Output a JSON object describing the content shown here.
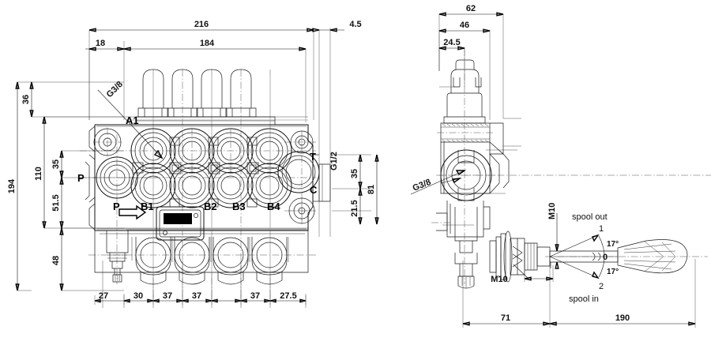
{
  "drawing": {
    "title": "4-section hydraulic directional control valve — dimensioned drawing",
    "units": "mm",
    "views": [
      {
        "name": "front-view",
        "label": ""
      },
      {
        "name": "side-view",
        "label": ""
      }
    ]
  },
  "front_view": {
    "top_dimensions": [
      {
        "name": "overall-width",
        "value": "216"
      },
      {
        "name": "inlet-offset",
        "value": "18"
      },
      {
        "name": "section-span",
        "value": "184"
      },
      {
        "name": "end-plate",
        "value": "4.5"
      }
    ],
    "left_dimensions": [
      {
        "name": "overall-height",
        "value": "194"
      },
      {
        "name": "top-to-port-axis",
        "value": "36"
      },
      {
        "name": "port-span",
        "value": "110"
      },
      {
        "name": "upper-port-to-center",
        "value": "35"
      },
      {
        "name": "center-to-lower",
        "value": "51.5"
      },
      {
        "name": "lower-to-base",
        "value": "48"
      }
    ],
    "right_dimensions": [
      {
        "name": "tank-port-height",
        "value": "35"
      },
      {
        "name": "carry-over-height",
        "value": "21.5"
      },
      {
        "name": "body-depth",
        "value": "81"
      }
    ],
    "bottom_dimensions": [
      {
        "name": "inlet-section",
        "value": "27"
      },
      {
        "name": "first-pitch",
        "value": "30"
      },
      {
        "name": "pitch-2",
        "value": "37"
      },
      {
        "name": "pitch-3",
        "value": "37"
      },
      {
        "name": "pitch-4",
        "value": "37"
      },
      {
        "name": "end-section",
        "value": "27.5"
      }
    ],
    "port_labels": [
      {
        "name": "port-label-a1",
        "text": "A1"
      },
      {
        "name": "port-label-p-top",
        "text": "P"
      },
      {
        "name": "port-label-t",
        "text": "T"
      },
      {
        "name": "port-label-c",
        "text": "C"
      },
      {
        "name": "port-label-p-bottom",
        "text": "P"
      },
      {
        "name": "port-label-b1",
        "text": "B1"
      },
      {
        "name": "port-label-b2",
        "text": "B2"
      },
      {
        "name": "port-label-b3",
        "text": "B3"
      },
      {
        "name": "port-label-b4",
        "text": "B4"
      }
    ],
    "thread_callouts": [
      {
        "name": "thread-g38-work-ports",
        "text": "G3/8"
      },
      {
        "name": "thread-g12-tank-port",
        "text": "G1/2"
      }
    ]
  },
  "side_view": {
    "top_dimensions": [
      {
        "name": "overall-depth",
        "value": "62"
      },
      {
        "name": "body-depth",
        "value": "46"
      },
      {
        "name": "spool-axis-offset",
        "value": "24.5"
      }
    ],
    "bottom_dimensions": [
      {
        "name": "body-to-lever-pivot",
        "value": "71"
      },
      {
        "name": "lever-length",
        "value": "190"
      }
    ],
    "thread_callouts": [
      {
        "name": "thread-g38-port",
        "text": "G3/8"
      },
      {
        "name": "thread-m10-upper",
        "text": "M10"
      },
      {
        "name": "thread-m10-lower",
        "text": "M10"
      }
    ],
    "lever_annotations": [
      {
        "name": "label-spool-out",
        "text": "spool out"
      },
      {
        "name": "label-position-1",
        "text": "1"
      },
      {
        "name": "label-angle-upper",
        "text": "17°"
      },
      {
        "name": "label-position-0",
        "text": "0"
      },
      {
        "name": "label-angle-lower",
        "text": "17°"
      },
      {
        "name": "label-position-2",
        "text": "2"
      },
      {
        "name": "label-spool-in",
        "text": "spool in"
      }
    ]
  },
  "colors": {
    "line": "#111111",
    "hidden_line": "#b9b9b9",
    "background": "#ffffff"
  }
}
